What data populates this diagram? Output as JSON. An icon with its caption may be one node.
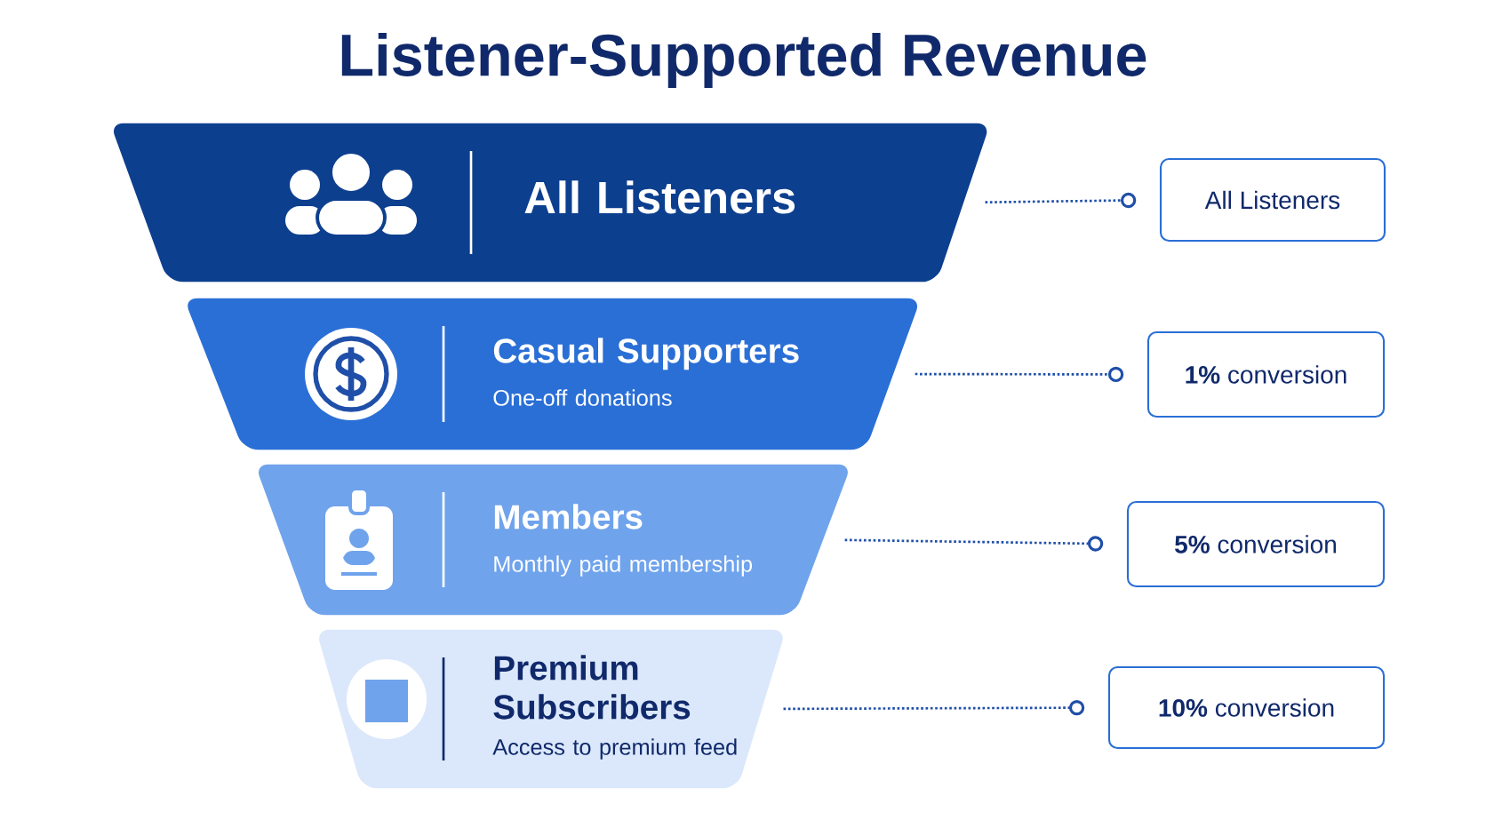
{
  "diagram": {
    "title": "Listener-Supported Revenue",
    "nodes": [
      {
        "text": [
          "All Listeners"
        ]
      },
      {
        "text": [
          "Casual Supporters",
          "One-off donations"
        ]
      },
      {
        "text": [
          "Members",
          "Monthly paid membership"
        ]
      },
      {
        "text": [
          "Premium Subscribers",
          "Access to premium feed"
        ]
      },
      {
        "text": [
          "All Listeners"
        ]
      },
      {
        "text": [
          "**1%** conversion"
        ]
      },
      {
        "text": [
          "**5%** conversion"
        ]
      },
      {
        "text": [
          "**10%** conversion"
        ]
      }
    ],
    "edges": [
      {
        "from": 0,
        "to": 4,
        "arrow": "other"
      },
      {
        "from": 1,
        "to": 5,
        "arrow": "other"
      },
      {
        "from": 2,
        "to": 6,
        "arrow": "other"
      },
      {
        "from": 3,
        "to": 7,
        "arrow": "other"
      }
    ]
  }
}
